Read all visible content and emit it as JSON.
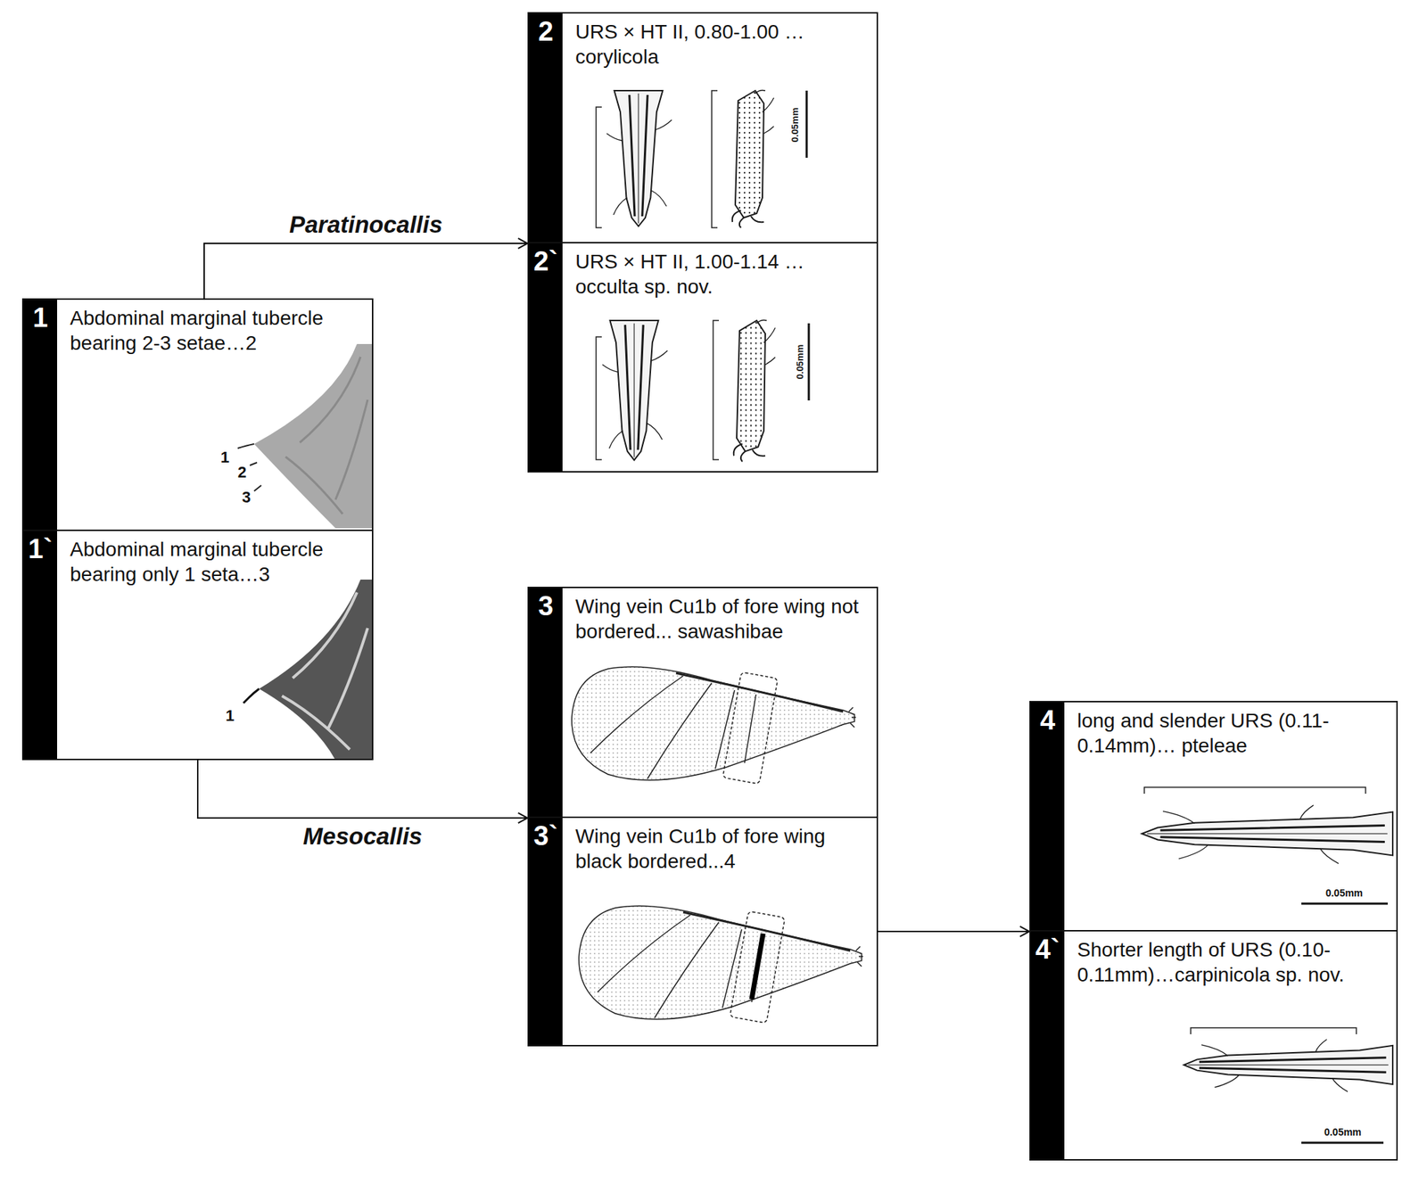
{
  "diagram": {
    "nodes": [
      {
        "text": [
          "1",
          "Abdominal marginal tubercle bearing 2-3 setae…2"
        ]
      },
      {
        "text": [
          "1`",
          "Abdominal marginal tubercle bearing only 1 seta…3"
        ]
      },
      {
        "text": [
          "2",
          "URS × HT II, 0.80-1.00 … corylicola"
        ]
      },
      {
        "text": [
          "2`",
          "URS × HT II, 1.00-1.14 … occulta sp. nov."
        ]
      },
      {
        "text": [
          "3",
          "Wing vein Cu1b of fore wing not bordered... sawashibae"
        ]
      },
      {
        "text": [
          "3`",
          "Wing vein Cu1b of fore wing black bordered...4"
        ]
      },
      {
        "text": [
          "4",
          "long and slender URS (0.11-0.14mm)… pteleae"
        ]
      },
      {
        "text": [
          "4`",
          "Shorter length of URS (0.10-0.11mm)…carpinicola sp. nov."
        ]
      }
    ],
    "edges": [
      {
        "from": 0,
        "to": 2,
        "label": "Paratinocallis",
        "arrow": "to"
      },
      {
        "from": 1,
        "to": 4,
        "label": "Mesocallis",
        "arrow": "to"
      },
      {
        "from": 5,
        "to": 6,
        "arrow": "to"
      }
    ],
    "labels": [
      "1",
      "2",
      "3",
      "1",
      "0.05mm",
      "0.05mm",
      "0.05mm",
      "0.05mm"
    ]
  }
}
